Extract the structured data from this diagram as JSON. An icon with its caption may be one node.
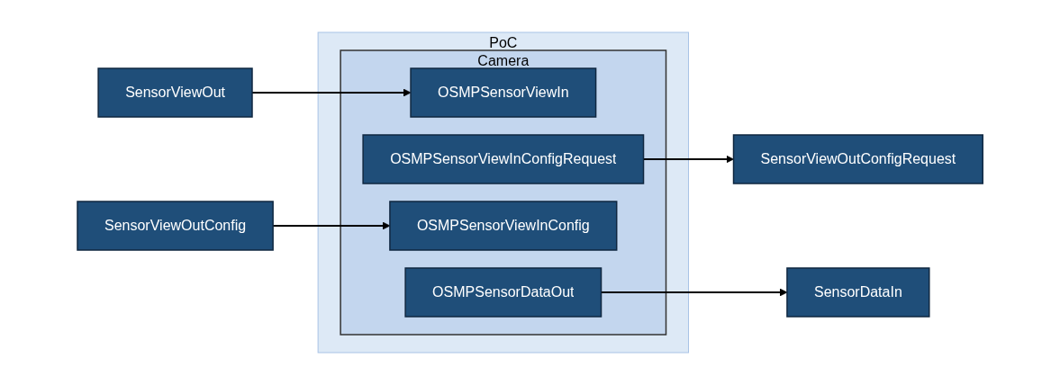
{
  "diagram": {
    "nodes": [
      {
        "text": [
          "PoC"
        ]
      },
      {
        "text": [
          "Camera"
        ],
        "in": 0
      },
      {
        "text": [
          "SensorViewOut"
        ]
      },
      {
        "text": [
          "OSMPSensorViewIn"
        ],
        "in": 1
      },
      {
        "text": [
          "SensorViewOutConfigRequest"
        ]
      },
      {
        "text": [
          "OSMPSensorViewInConfigRequest"
        ],
        "in": 1
      },
      {
        "text": [
          "SensorViewOutConfig"
        ]
      },
      {
        "text": [
          "OSMPSensorViewInConfig"
        ],
        "in": 1
      },
      {
        "text": [
          "OSMPSensorDataOut"
        ],
        "in": 1
      },
      {
        "text": [
          "SensorDataIn"
        ]
      }
    ],
    "edges": [
      {
        "from": 2,
        "to": 3,
        "arrow": "to"
      },
      {
        "from": 5,
        "to": 4,
        "arrow": "to"
      },
      {
        "from": 6,
        "to": 7,
        "arrow": "to"
      },
      {
        "from": 8,
        "to": 9,
        "arrow": "to"
      }
    ]
  }
}
